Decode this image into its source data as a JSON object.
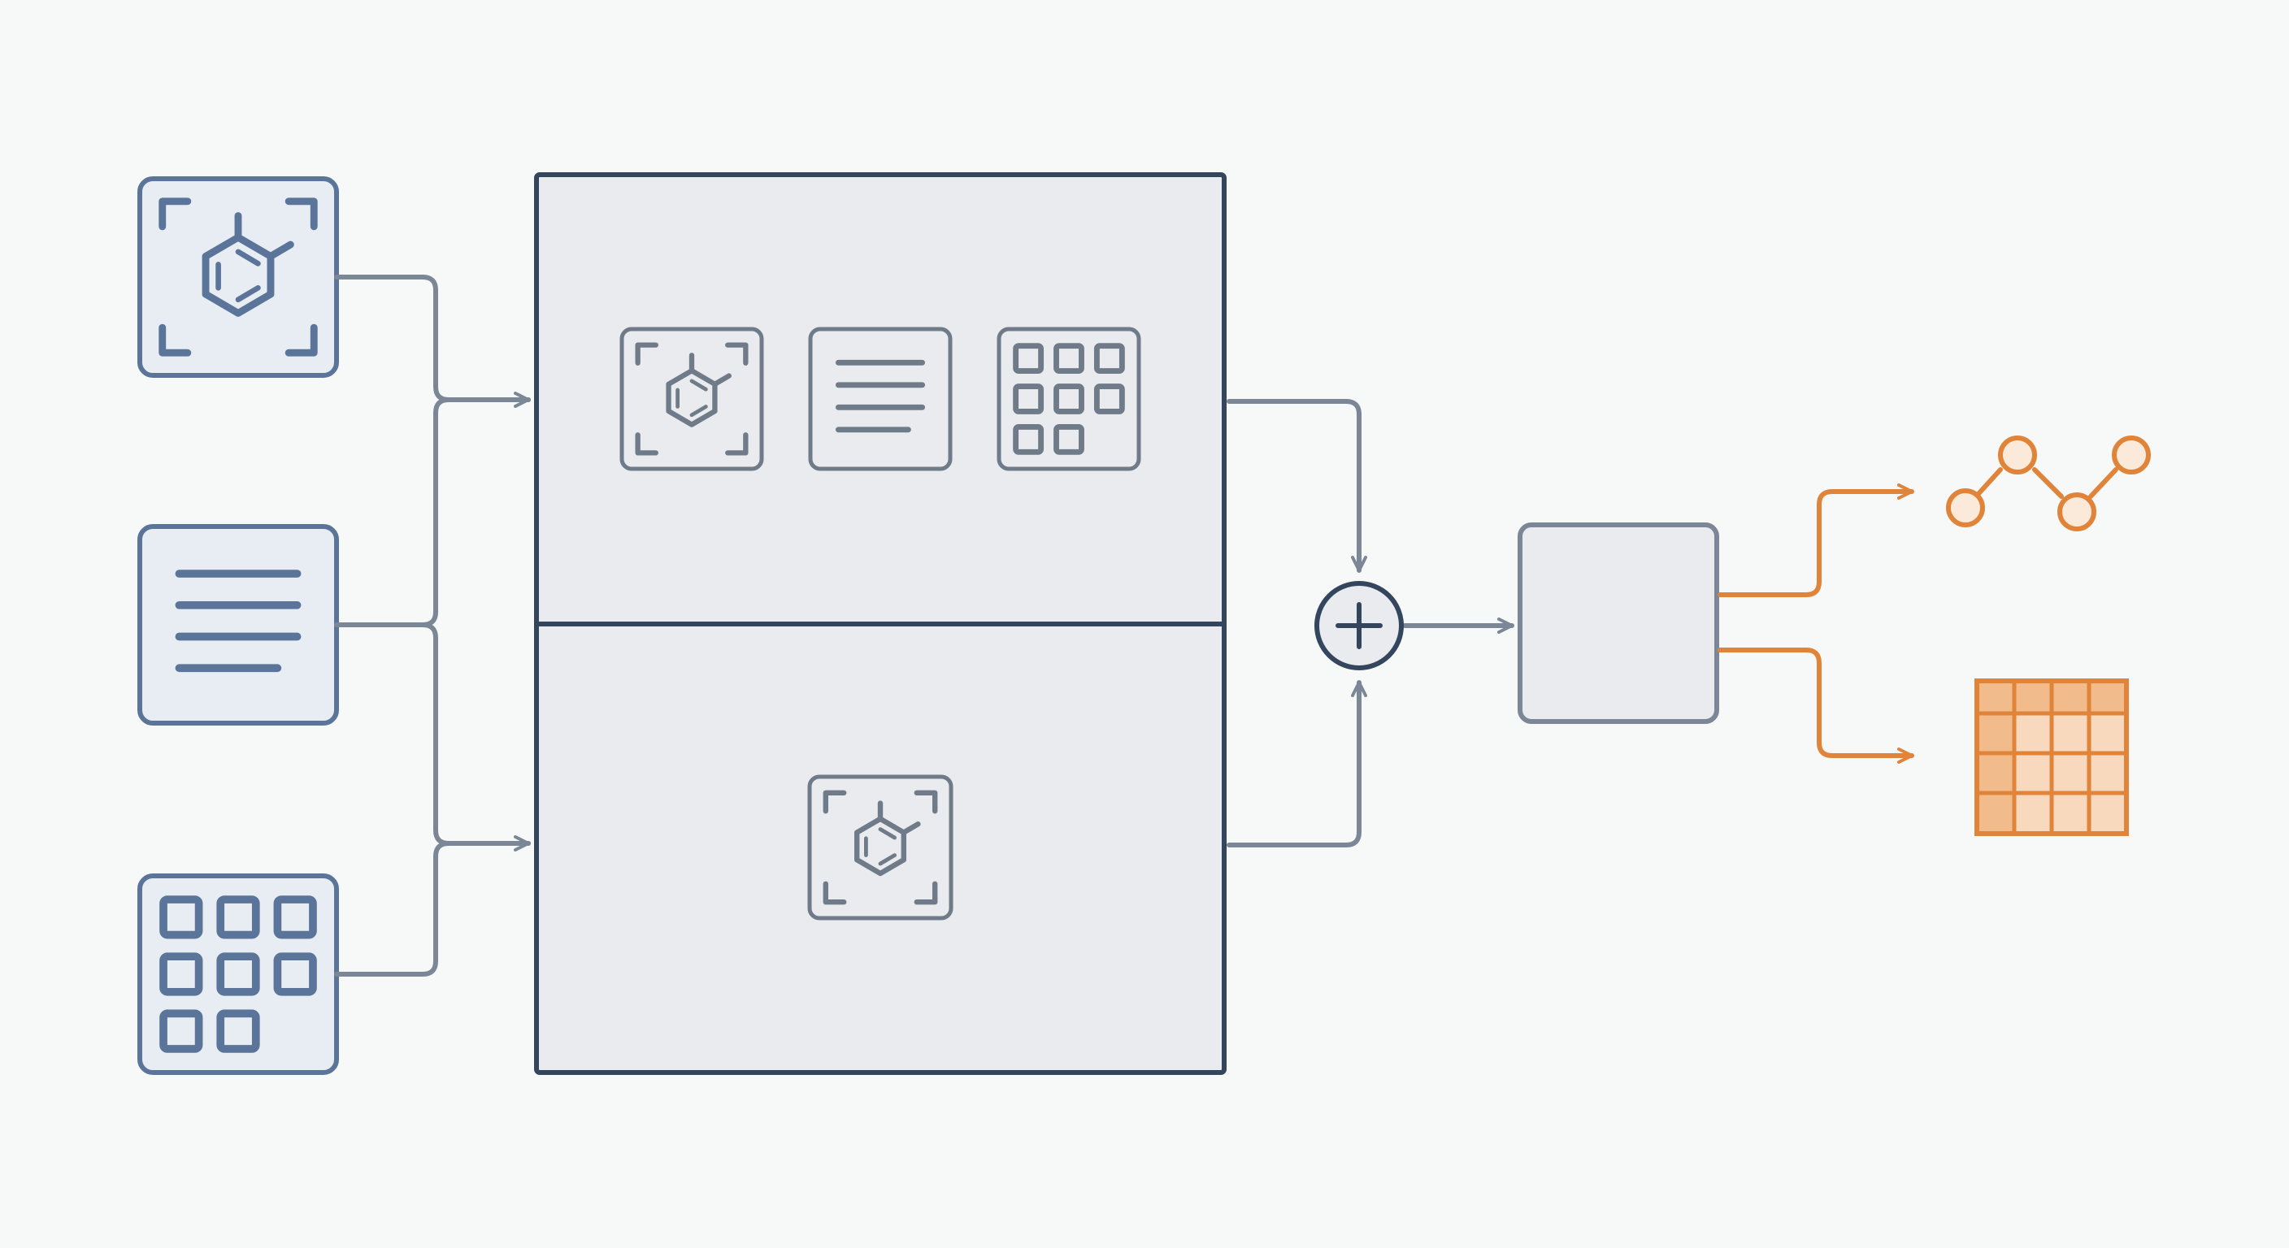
{
  "colors": {
    "background": "#f7f8f8",
    "input_stroke": "#5a7599",
    "input_fill": "#e8edf3",
    "encoder_stroke": "#34465e",
    "encoder_fill": "#e9ebef",
    "connector": "#7b8796",
    "inner_icon": "#6f7b88",
    "output_accent": "#e0843a",
    "output_fill": "#f8d9bd"
  },
  "inputs": [
    {
      "id": "molecule-input",
      "icon": "molecule-icon"
    },
    {
      "id": "text-input",
      "icon": "text-lines-icon"
    },
    {
      "id": "grid-input",
      "icon": "grid-icon"
    }
  ],
  "encoder": {
    "upper_icons": [
      "molecule-icon",
      "text-lines-icon",
      "grid-icon"
    ],
    "lower_icons": [
      "molecule-icon"
    ]
  },
  "fusion": {
    "icon": "plus-icon"
  },
  "head": {
    "icon": "empty-box"
  },
  "outputs": [
    {
      "id": "graph-output",
      "icon": "node-graph-icon"
    },
    {
      "id": "table-output",
      "icon": "table-grid-icon"
    }
  ]
}
